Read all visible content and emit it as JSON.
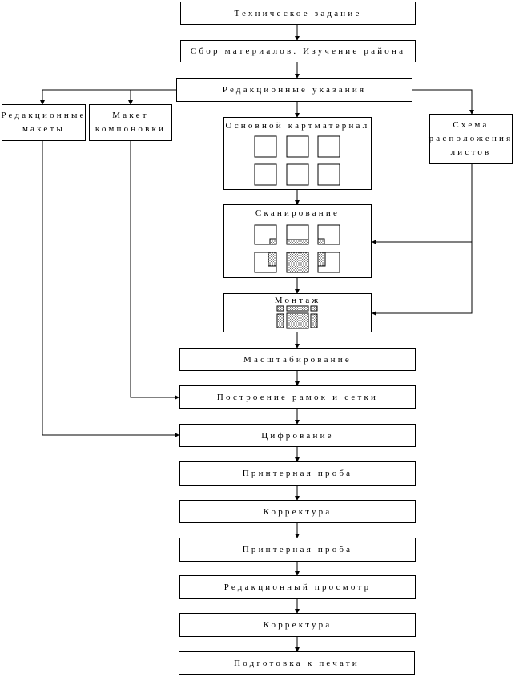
{
  "steps": {
    "tech_task": "Техническое задание",
    "collect": "Сбор материалов. Изучение района",
    "editorial_instructions": "Редакционные указания",
    "editorial_layouts": "Редакционные макеты",
    "composition_layout": "Макет компоновки",
    "base_map_material": "Основной картматериал",
    "sheet_layout_scheme": "Схема расположения листов",
    "scanning": "Сканирование",
    "montage": "Монтаж",
    "scaling": "Масштабирование",
    "frames_grid": "Построение рамок и сетки",
    "digitizing": "Цифрование",
    "printer_proof_1": "Принтерная проба",
    "proofreading_1": "Корректура",
    "printer_proof_2": "Принтерная проба",
    "editorial_review": "Редакционный просмотр",
    "proofreading_2": "Корректура",
    "print_prep": "Подготовка к печати"
  }
}
